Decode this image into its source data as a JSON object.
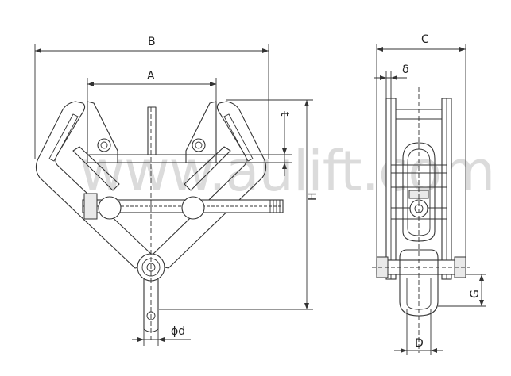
{
  "watermark": "www.aulift.com",
  "dimensions": {
    "B": "B",
    "A": "A",
    "t": "t",
    "H": "H",
    "phi_d": "ϕd",
    "C": "C",
    "delta": "δ",
    "G": "G",
    "D": "D"
  }
}
